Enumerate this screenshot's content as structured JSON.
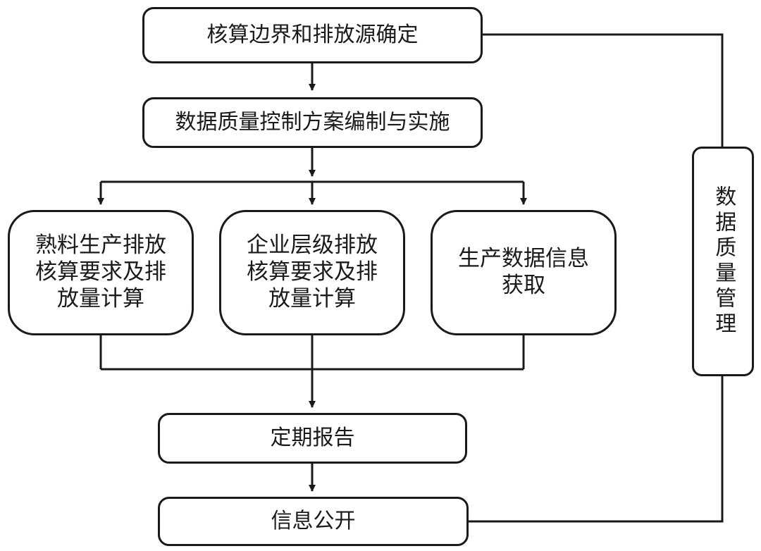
{
  "diagram": {
    "nodes": {
      "boundary": "核算边界和排放源确定",
      "qc_plan": "数据质量控制方案编制与实施",
      "clinker": "熟料生产排放核算要求及排放量计算",
      "enterprise": "企业层级排放核算要求及排放量计算",
      "production": "生产数据信息获取",
      "report": "定期报告",
      "disclosure": "信息公开",
      "dq_mgmt": "数据质量管理"
    },
    "colors": {
      "stroke": "#1a1a1a",
      "fill": "#ffffff"
    }
  }
}
